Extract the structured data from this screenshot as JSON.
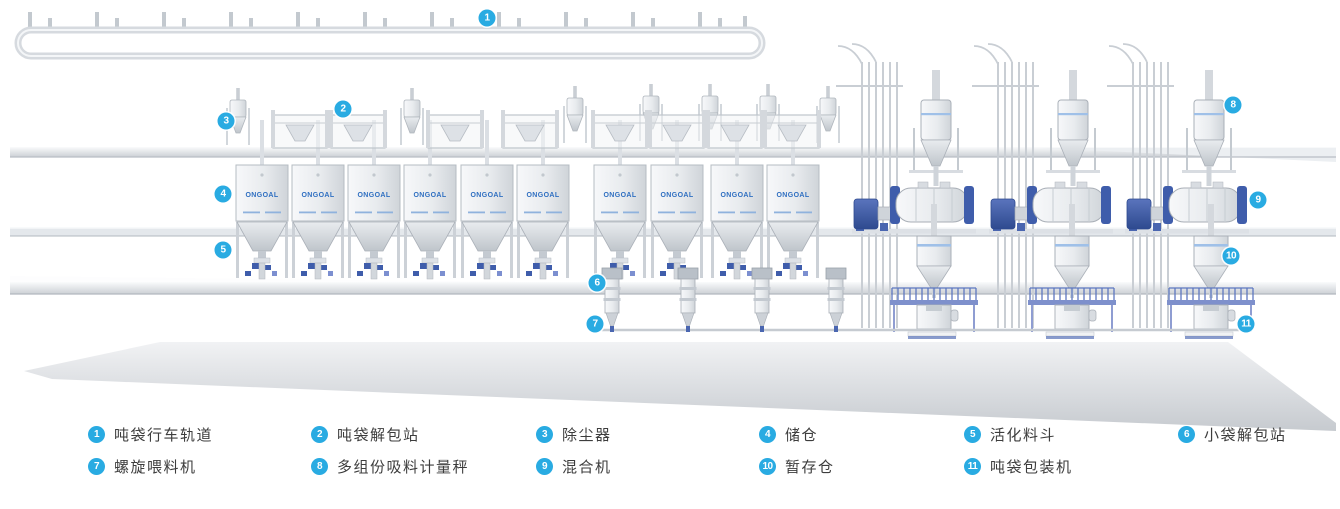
{
  "brand": {
    "name": "ONGOAL",
    "color": "#2f6fc1"
  },
  "colors": {
    "badge": "#29abe2",
    "legend_text": "#3d3d3d",
    "machine_blue": "#3f5dab"
  },
  "legend": {
    "items": [
      {
        "num": "1",
        "label": "吨袋行车轨道"
      },
      {
        "num": "2",
        "label": "吨袋解包站"
      },
      {
        "num": "3",
        "label": "除尘器"
      },
      {
        "num": "4",
        "label": "储仓"
      },
      {
        "num": "5",
        "label": "活化料斗"
      },
      {
        "num": "6",
        "label": "小袋解包站"
      },
      {
        "num": "7",
        "label": "螺旋喂料机"
      },
      {
        "num": "8",
        "label": "多组份吸料计量秤"
      },
      {
        "num": "9",
        "label": "混合机"
      },
      {
        "num": "10",
        "label": "暂存仓"
      },
      {
        "num": "11",
        "label": "吨袋包装机"
      }
    ]
  }
}
